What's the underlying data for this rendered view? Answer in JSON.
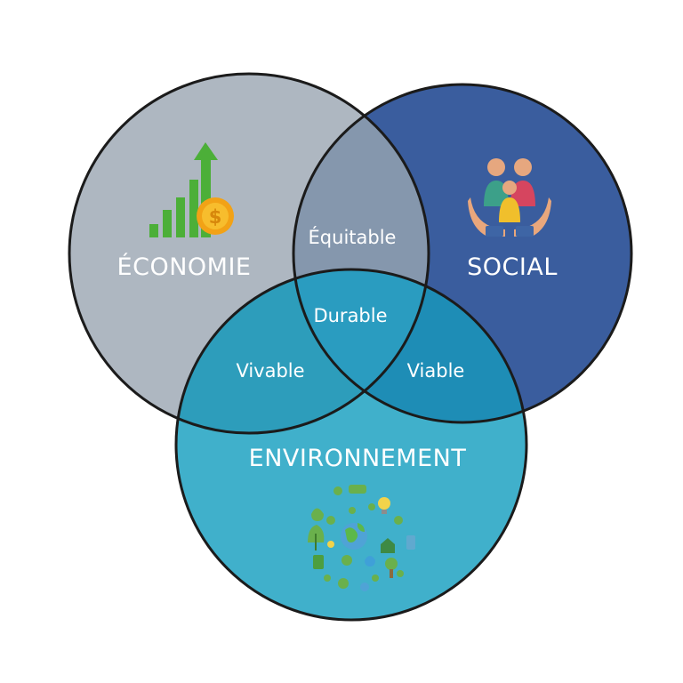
{
  "diagram": {
    "circles": {
      "economie": {
        "label": "ÉCONOMIE",
        "color": "#aeb7c1"
      },
      "social": {
        "label": "SOCIAL",
        "color": "#3a5d9e"
      },
      "environnement": {
        "label": "ENVIRONNEMENT",
        "color": "#40b0cb"
      }
    },
    "intersections": {
      "economie_social": {
        "label": "Équitable",
        "color": "#8597ad"
      },
      "economie_environnement": {
        "label": "Vivable",
        "color": "#2d9dbb"
      },
      "social_environnement": {
        "label": "Viable",
        "color": "#1e8db6"
      },
      "all": {
        "label": "Durable",
        "color": "#2a9cc0"
      }
    },
    "icons": {
      "economie": "growth-chart-coin-icon",
      "social": "family-in-hands-icon",
      "environnement": "eco-globe-icon"
    }
  }
}
